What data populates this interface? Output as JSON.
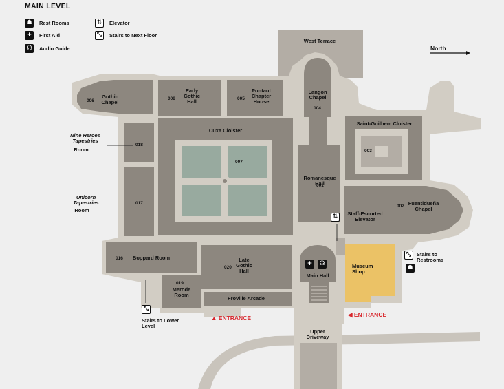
{
  "legend": {
    "title": "MAIN LEVEL",
    "rest_rooms": "Rest Rooms",
    "first_aid": "First Aid",
    "audio_guide": "Audio Guide",
    "elevator": "Elevator",
    "stairs_next": "Stairs to Next Floor"
  },
  "north": "North",
  "rooms": {
    "west_terrace": "West Terrace",
    "gothic_chapel_num": "006",
    "gothic_chapel": "Gothic Chapel",
    "early_gothic_num": "008",
    "early_gothic": "Early Gothic Hall",
    "pontaut_num": "005",
    "pontaut": "Pontaut Chapter House",
    "langon": "Langon Chapel",
    "langon_num": "004",
    "saint_guilhem": "Saint-Guilhem Cloister",
    "saint_guilhem_num": "003",
    "cuxa": "Cuxa Cloister",
    "cuxa_num": "007",
    "nine_heroes": "Nine Heroes Tapestries",
    "nine_heroes_room": "Room",
    "nine_heroes_num": "018",
    "romanesque": "Romanesque Hall",
    "romanesque_num": "001",
    "unicorn": "Unicorn Tapestries",
    "unicorn_room": "Room",
    "unicorn_num": "017",
    "staff_elevator": "Staff-Escorted Elevator",
    "fuentiduena_num": "002",
    "fuentiduena": "Fuentidueña Chapel",
    "boppard_num": "016",
    "boppard": "Boppard Room",
    "late_gothic_num": "020",
    "late_gothic": "Late Gothic Hall",
    "main_hall": "Main Hall",
    "museum_shop": "Museum Shop",
    "stairs_restrooms": "Stairs to Restrooms",
    "merode_num": "019",
    "merode": "Merode Room",
    "froville": "Froville Arcade",
    "stairs_lower": "Stairs to Lower Level",
    "entrance_left": "▲ ENTRANCE",
    "entrance_right": "◀ ENTRANCE",
    "upper_driveway": "Upper Driveway"
  },
  "colors": {
    "building": "#8d877f",
    "wall": "#d2cdc4",
    "shop": "#ebc266",
    "garden": "#98aa9f",
    "entrance": "#d8262b"
  }
}
